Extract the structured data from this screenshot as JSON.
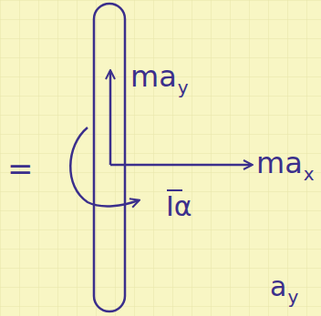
{
  "diagram": {
    "labels": [
      "=",
      "ma",
      "y",
      "ma",
      "x",
      "Iα",
      "a",
      "y"
    ]
  }
}
